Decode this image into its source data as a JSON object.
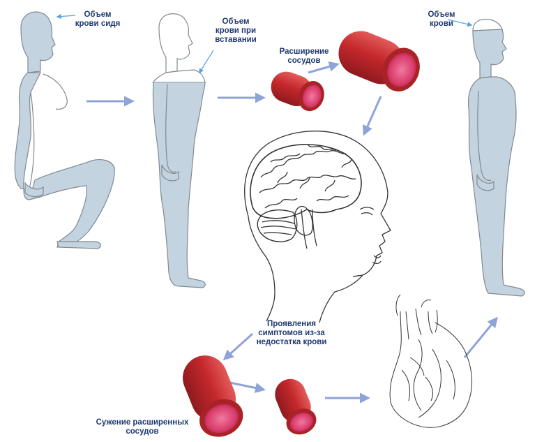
{
  "labels": {
    "sitting_volume": [
      "Объем",
      "крови сидя"
    ],
    "standing_up_volume": [
      "Объем",
      "крови при",
      "вставании"
    ],
    "vasodilation": [
      "Расширение",
      "сосудов"
    ],
    "final_volume": [
      "Объем",
      "крови"
    ],
    "symptoms": [
      "Проявления",
      "симптомов из-за",
      "недостатка крови"
    ],
    "vasoconstriction": [
      "Сужение расширенных",
      "сосудов"
    ]
  },
  "colors": {
    "body_fill": "#c3d3df",
    "body_outline": "#7f8a92",
    "arrow": "#8fa3d8",
    "label_text": "#1f3a70",
    "pointer": "#5aa3e0",
    "vessel_dark": "#8e1a1e",
    "vessel_mid": "#c4282c",
    "vessel_light": "#e35a5a",
    "vessel_lumen": "#d93a6a",
    "sketch_line": "#333333"
  },
  "icons": [
    "sitting-person-figure",
    "standing-person-figure",
    "blood-vessel-icon",
    "brain-head-sketch",
    "heart-sketch",
    "flow-arrow"
  ]
}
